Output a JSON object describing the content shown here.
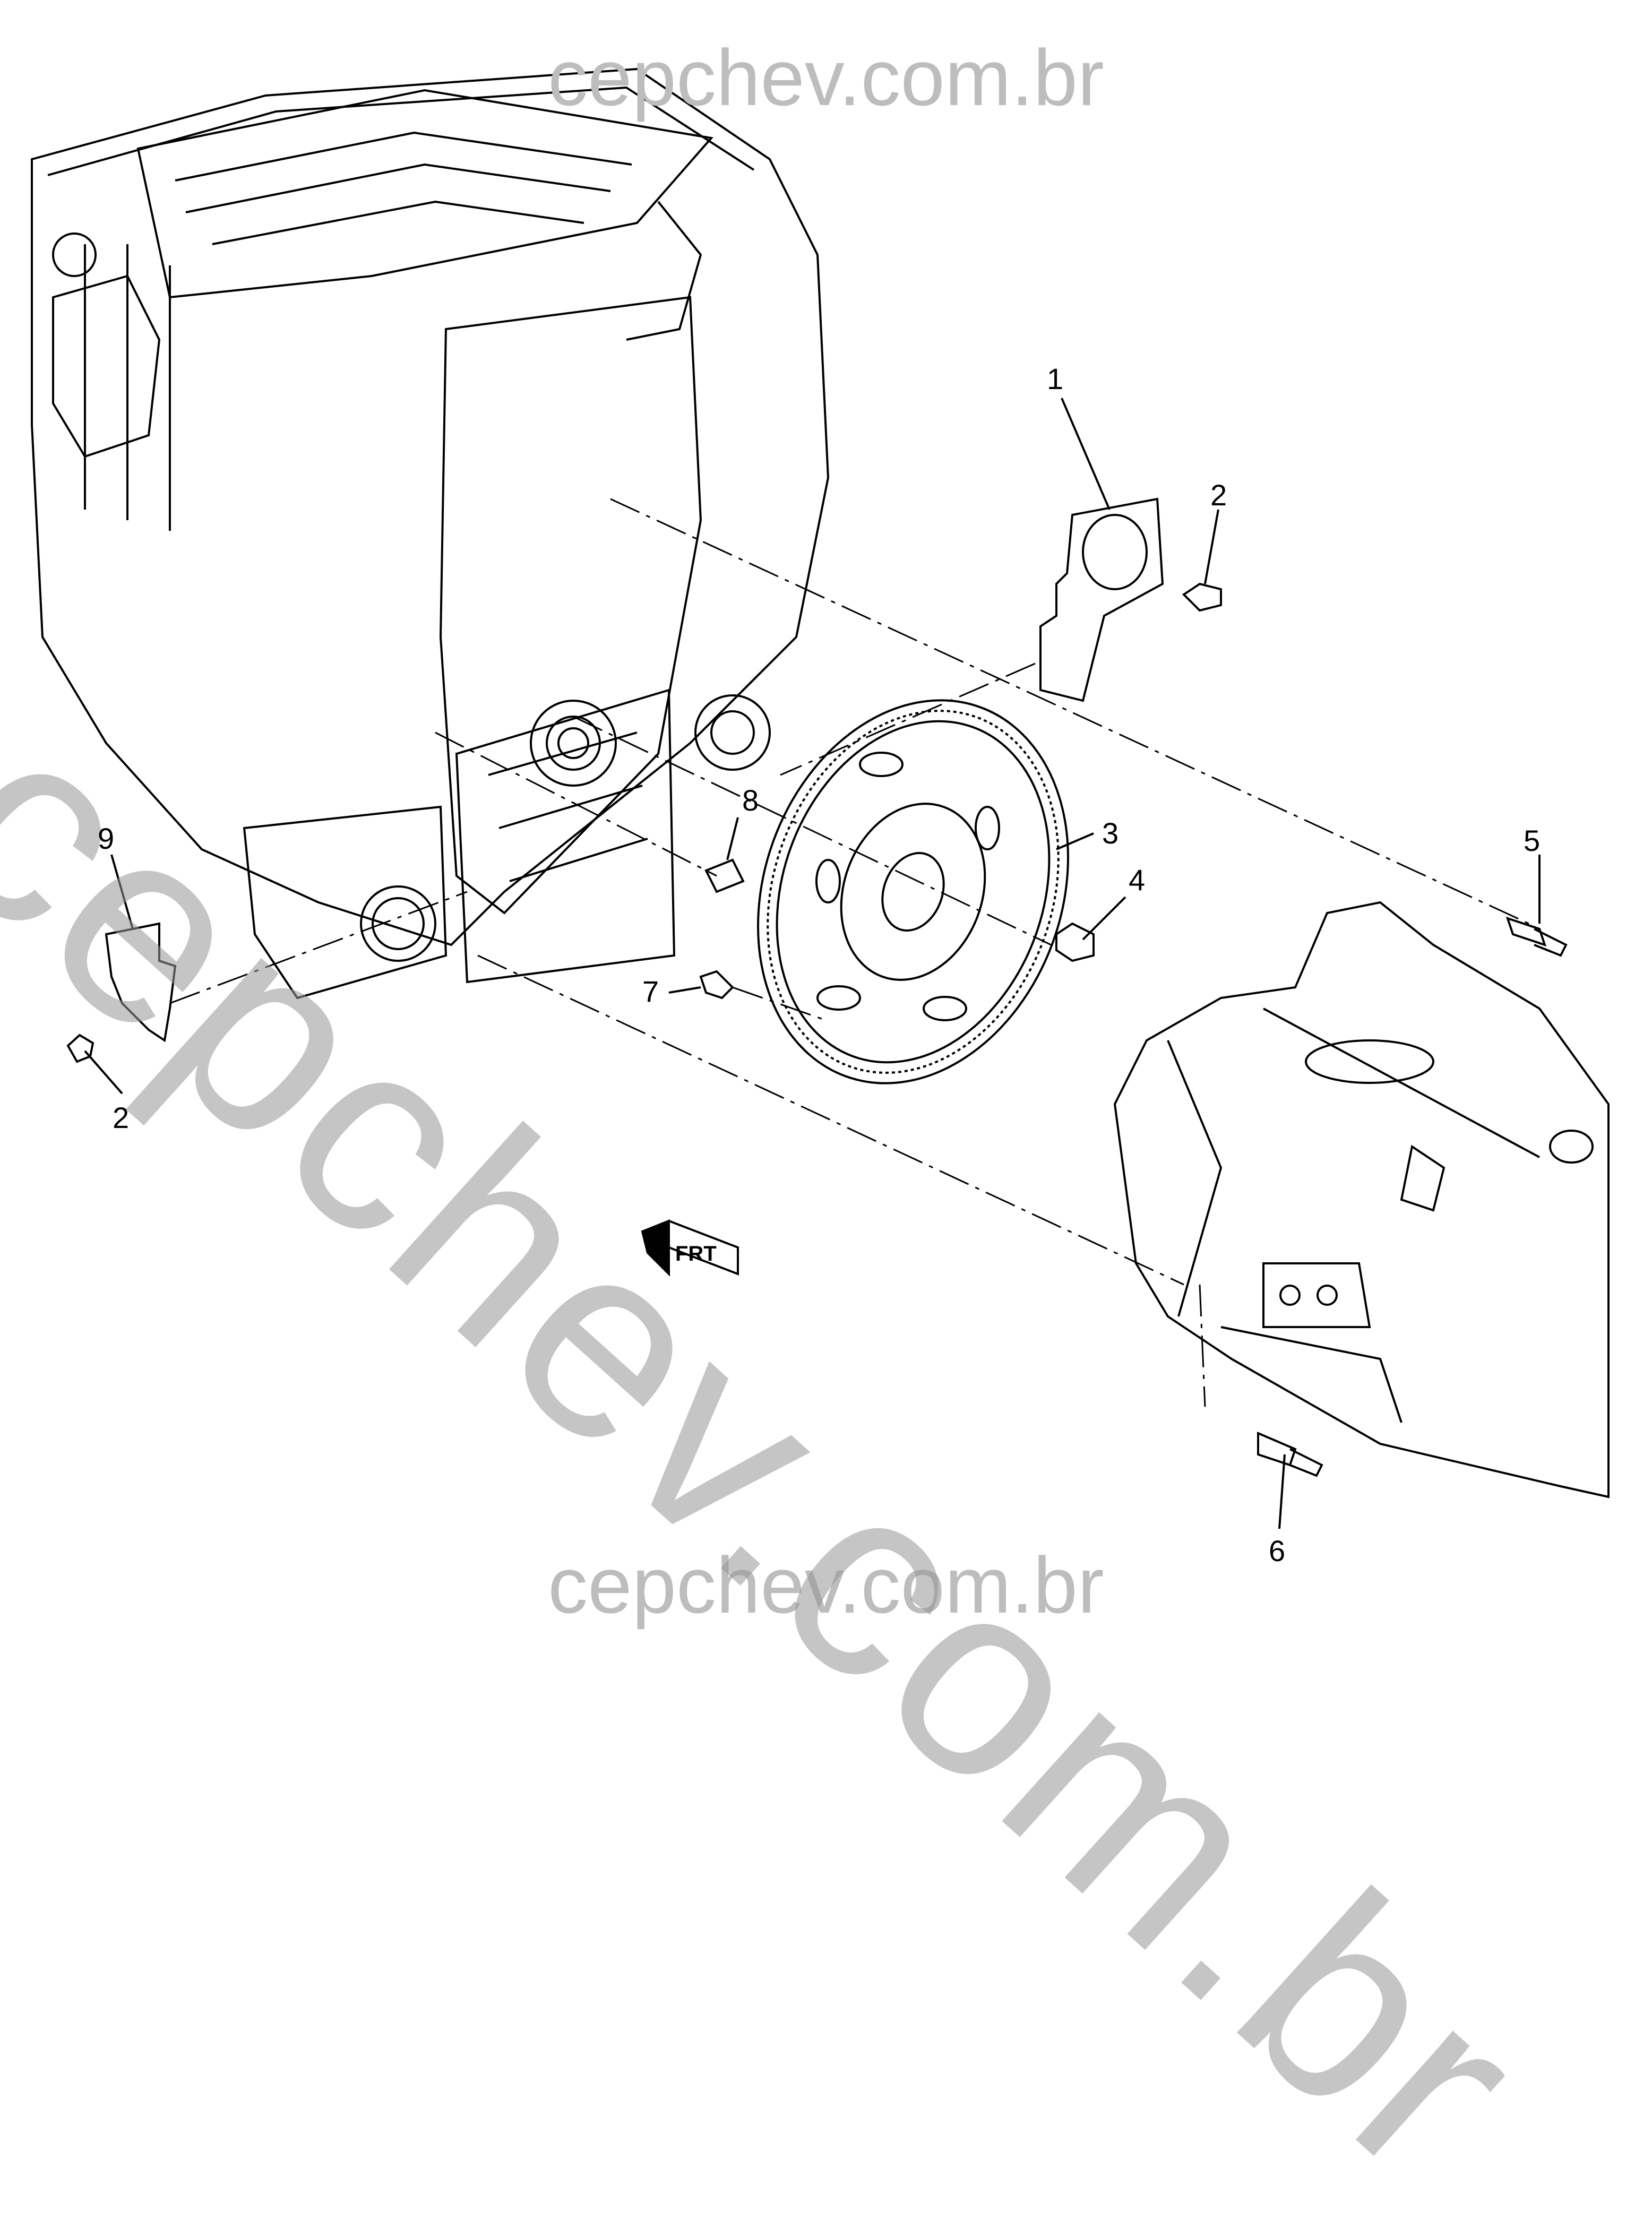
{
  "watermark": {
    "top": "cepchev.com.br",
    "bottom": "cepchev.com.br",
    "diagonal": "cepchev.com.br"
  },
  "direction_indicator": {
    "label": "FRT"
  },
  "callouts": [
    {
      "id": "1",
      "label": "1"
    },
    {
      "id": "2a",
      "label": "2"
    },
    {
      "id": "2b",
      "label": "2"
    },
    {
      "id": "3",
      "label": "3"
    },
    {
      "id": "4",
      "label": "4"
    },
    {
      "id": "5",
      "label": "5"
    },
    {
      "id": "6",
      "label": "6"
    },
    {
      "id": "7",
      "label": "7"
    },
    {
      "id": "8",
      "label": "8"
    },
    {
      "id": "9",
      "label": "9"
    }
  ],
  "colors": {
    "line": "#000000",
    "watermark": "#bdbdbd"
  }
}
